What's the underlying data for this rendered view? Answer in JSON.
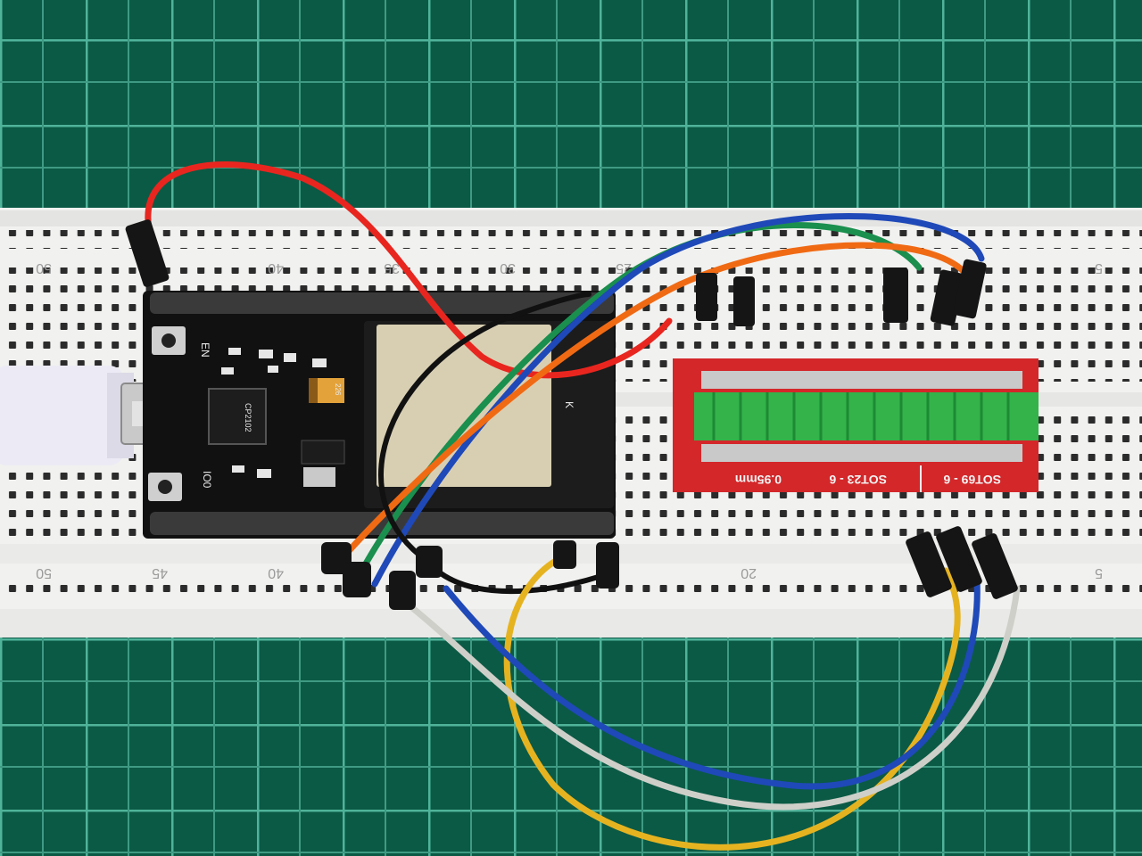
{
  "scene": {
    "cutting_mat_color": "#0b5a45",
    "grid_line_color": "#4fb39a",
    "breadboard_color": "#f1f1ef"
  },
  "breadboard": {
    "top_numbers": [
      "50",
      "40",
      "35",
      "30",
      "25",
      "5"
    ],
    "bottom_numbers": [
      "50",
      "45",
      "40",
      "20",
      "5"
    ]
  },
  "esp32_board": {
    "en_label": "EN",
    "boot_label": "IO0",
    "chip_label": "CP2102",
    "cap_label": "226",
    "module_mark": "K"
  },
  "adapter_board": {
    "color": "#d3272a",
    "label_1": "0.95mm",
    "label_2": "SOT23 - 6",
    "label_3": "SOT69 - 6"
  },
  "wires": {
    "colors": [
      "#e8261f",
      "#1a8f4e",
      "#1f49b8",
      "#f06a14",
      "#111111",
      "#e6b320",
      "#cfcfc9"
    ]
  },
  "usb_cable": {
    "color": "#eceaf4"
  }
}
